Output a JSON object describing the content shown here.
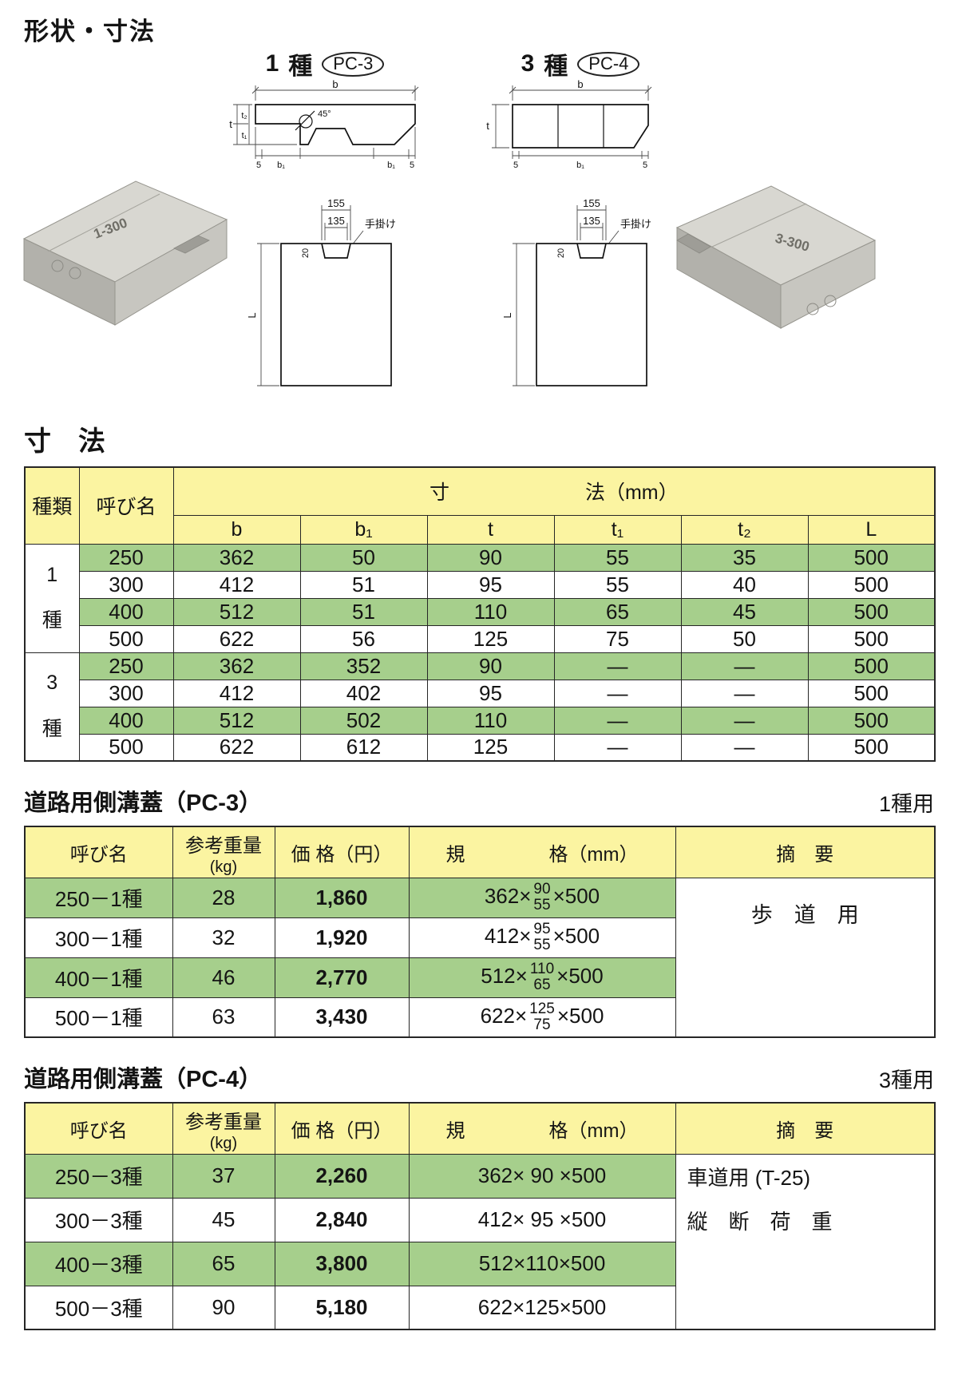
{
  "colors": {
    "header_yellow": "#fbf4a1",
    "row_green": "#a6cf8c",
    "border": "#262626"
  },
  "page": {
    "title": "形状・寸法",
    "dim_section_title": "寸　法"
  },
  "figures": {
    "left": {
      "num": "1",
      "kind": "種",
      "badge": "PC-3",
      "dims": {
        "b": "b",
        "t": "t",
        "t1": "t₁",
        "t2": "t₂",
        "angle": "45°",
        "m5l": "5",
        "b1l": "b₁",
        "b1r": "b₁",
        "m5r": "5"
      }
    },
    "right": {
      "num": "3",
      "kind": "種",
      "badge": "PC-4",
      "dims": {
        "b": "b",
        "t": "t",
        "m5l": "5",
        "b1": "b₁",
        "m5r": "5"
      }
    },
    "plan": {
      "w155": "155",
      "w135": "135",
      "grip": "手掛け",
      "d20": "20",
      "len": "L"
    },
    "photo_left_mark": "1-300",
    "photo_right_mark": "3-300"
  },
  "dim_table": {
    "col_kind": "種類",
    "col_name": "呼び名",
    "span_left": "寸",
    "span_right": "法（mm）",
    "subcols": [
      "b",
      "b₁",
      "t",
      "t₁",
      "t₂",
      "L"
    ],
    "groups": [
      {
        "kind": [
          "1",
          "種"
        ],
        "rows": [
          {
            "name": "250",
            "b": "362",
            "b1": "50",
            "t": "90",
            "t1": "55",
            "t2": "35",
            "L": "500"
          },
          {
            "name": "300",
            "b": "412",
            "b1": "51",
            "t": "95",
            "t1": "55",
            "t2": "40",
            "L": "500"
          },
          {
            "name": "400",
            "b": "512",
            "b1": "51",
            "t": "110",
            "t1": "65",
            "t2": "45",
            "L": "500"
          },
          {
            "name": "500",
            "b": "622",
            "b1": "56",
            "t": "125",
            "t1": "75",
            "t2": "50",
            "L": "500"
          }
        ]
      },
      {
        "kind": [
          "3",
          "種"
        ],
        "rows": [
          {
            "name": "250",
            "b": "362",
            "b1": "352",
            "t": "90",
            "t1": "—",
            "t2": "—",
            "L": "500"
          },
          {
            "name": "300",
            "b": "412",
            "b1": "402",
            "t": "95",
            "t1": "—",
            "t2": "—",
            "L": "500"
          },
          {
            "name": "400",
            "b": "512",
            "b1": "502",
            "t": "110",
            "t1": "—",
            "t2": "—",
            "L": "500"
          },
          {
            "name": "500",
            "b": "622",
            "b1": "612",
            "t": "125",
            "t1": "—",
            "t2": "—",
            "L": "500"
          }
        ]
      }
    ]
  },
  "price_headers": {
    "name": "呼び名",
    "weight": "参考重量",
    "weight_unit": "(kg)",
    "price": "価 格（円）",
    "spec_l": "規",
    "spec_r": "格（mm）",
    "note": "摘　要"
  },
  "pc3": {
    "title": "道路用側溝蓋（PC-3）",
    "usage": "1種用",
    "note": "歩　道　用",
    "rows": [
      {
        "name": "250－1種",
        "weight": "28",
        "price": "1,860",
        "spec_pre": "362×",
        "spec_top": "90",
        "spec_bot": "55",
        "spec_post": "×500"
      },
      {
        "name": "300－1種",
        "weight": "32",
        "price": "1,920",
        "spec_pre": "412×",
        "spec_top": "95",
        "spec_bot": "55",
        "spec_post": "×500"
      },
      {
        "name": "400－1種",
        "weight": "46",
        "price": "2,770",
        "spec_pre": "512×",
        "spec_top": "110",
        "spec_bot": "65",
        "spec_post": "×500"
      },
      {
        "name": "500－1種",
        "weight": "63",
        "price": "3,430",
        "spec_pre": "622×",
        "spec_top": "125",
        "spec_bot": "75",
        "spec_post": "×500"
      }
    ]
  },
  "pc4": {
    "title": "道路用側溝蓋（PC-4）",
    "usage": "3種用",
    "note1": "車道用 (T-25)",
    "note2": "縦　断　荷　重",
    "rows": [
      {
        "name": "250－3種",
        "weight": "37",
        "price": "2,260",
        "spec": "362× 90 ×500"
      },
      {
        "name": "300－3種",
        "weight": "45",
        "price": "2,840",
        "spec": "412× 95 ×500"
      },
      {
        "name": "400－3種",
        "weight": "65",
        "price": "3,800",
        "spec": "512×110×500"
      },
      {
        "name": "500－3種",
        "weight": "90",
        "price": "5,180",
        "spec": "622×125×500"
      }
    ]
  }
}
